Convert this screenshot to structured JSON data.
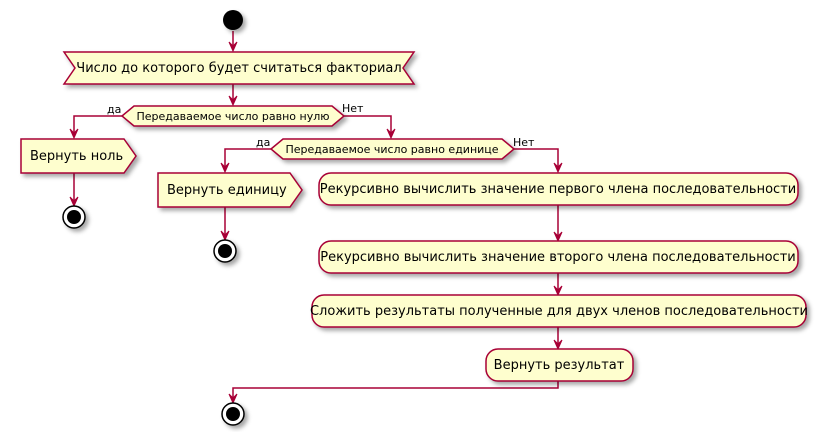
{
  "diagram": {
    "input_node": "Число до которого будет считаться факториал",
    "decision_zero": {
      "condition": "Передаваемое число равно нулю",
      "yes_label": "да",
      "no_label": "Нет",
      "yes_action": "Вернуть ноль"
    },
    "decision_one": {
      "condition": "Передаваемое число равно единице",
      "yes_label": "да",
      "no_label": "Нет",
      "yes_action": "Вернуть единицу"
    },
    "steps": [
      "Рекурсивно вычислить значение первого члена последовательности",
      "Рекурсивно вычислить значение второго члена последовательности",
      "Сложить результаты полученные для двух членов последовательности",
      "Вернуть результат"
    ],
    "colors": {
      "node_fill": "#FEFECE",
      "border": "#A80036",
      "start_stop": "#000000"
    }
  }
}
